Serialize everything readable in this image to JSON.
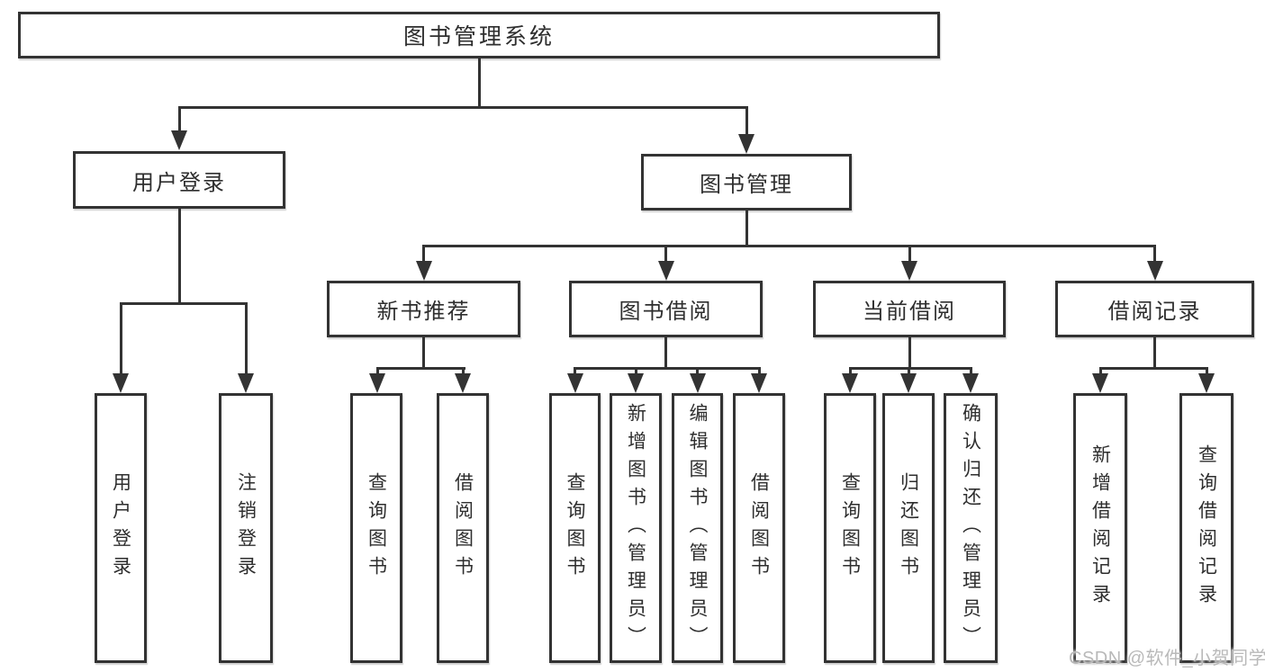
{
  "diagram": {
    "root": {
      "label": "图书管理系统"
    },
    "level2": [
      {
        "label": "用户登录"
      },
      {
        "label": "图书管理"
      }
    ],
    "level3": [
      {
        "label": "新书推荐"
      },
      {
        "label": "图书借阅"
      },
      {
        "label": "当前借阅"
      },
      {
        "label": "借阅记录"
      }
    ],
    "leaves": [
      {
        "label": "用户登录"
      },
      {
        "label": "注销登录"
      },
      {
        "label": "查询图书"
      },
      {
        "label": "借阅图书"
      },
      {
        "label": "查询图书"
      },
      {
        "label": "新增图书（管理员）"
      },
      {
        "label": "编辑图书（管理员）"
      },
      {
        "label": "借阅图书"
      },
      {
        "label": "查询图书"
      },
      {
        "label": "归还图书"
      },
      {
        "label": "确认归还（管理员）"
      },
      {
        "label": "新增借阅记录"
      },
      {
        "label": "查询借阅记录"
      }
    ],
    "watermark": "CSDN @软件_小贺同学",
    "colors": {
      "line": "#333333",
      "text": "#2e2e2e",
      "background": "#ffffff",
      "watermark": "#b9b9b9"
    }
  }
}
